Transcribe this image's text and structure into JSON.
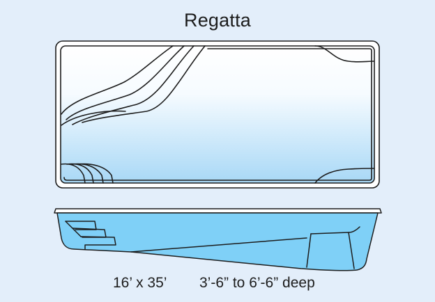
{
  "title": "Regatta",
  "specs": {
    "size": "16’ x 35’",
    "depth": "3’-6” to 6’-6” deep"
  },
  "colors": {
    "background": "#e3eefa",
    "outline": "#1c1c1c",
    "water_top": "#ffffff",
    "water_bottom": "#a8d8f6",
    "section_fill": "#7fd0f7"
  },
  "views": {
    "plan": "pool-top-view",
    "section": "pool-side-profile"
  }
}
